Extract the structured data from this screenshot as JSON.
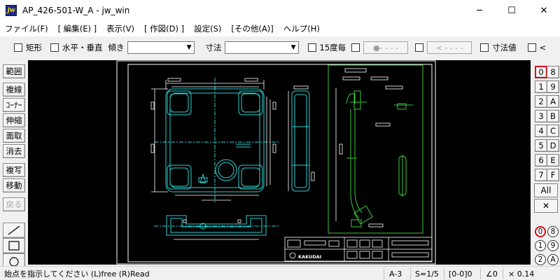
{
  "window": {
    "app_icon_text": "jw",
    "title": "AP_426-501-W_A - jw_win",
    "minimize": "─",
    "maximize": "☐",
    "close": "✕"
  },
  "menu": [
    "ファイル(F)",
    "[ 編集(E) ]",
    "表示(V)",
    "[ 作図(D) ]",
    "設定(S)",
    "[その他(A)]",
    "ヘルプ(H)"
  ],
  "toolbar": {
    "rect": "矩形",
    "hv": "水平・垂直",
    "slope_label": "傾き",
    "slope_value": "",
    "dim_label": "寸法",
    "dim_value": "",
    "deg15": "15度毎",
    "line_type": "●- - - -",
    "arrow_type": "< - - - -",
    "dim_value_label": "寸法値",
    "lt": "<"
  },
  "left_tools": {
    "range": "範囲",
    "double_line": "複線",
    "corner": "ｺｰﾅｰ",
    "stretch": "伸縮",
    "chamfer": "面取",
    "erase": "消去",
    "copy": "複写",
    "move": "移動",
    "undo": "戻る"
  },
  "layer_groups": [
    "0",
    "1",
    "2",
    "3",
    "4",
    "5",
    "6",
    "7",
    "8",
    "9",
    "A",
    "B",
    "C",
    "D",
    "E",
    "F"
  ],
  "layer_all": "All",
  "layer_x": "✕",
  "layers": [
    "0",
    "8",
    "1",
    "9",
    "2",
    "A"
  ],
  "title_block": {
    "company": "KAKUDAI"
  },
  "status": {
    "message": "始点を指示してください (L)free (R)Read",
    "paper": "A-3",
    "scale": "S=1/5",
    "layer": "[0-0]0",
    "angle": "∠0",
    "multiplier": "× 0.14"
  },
  "colors": {
    "canvas": "#000000",
    "drawing_cyan": "#28d2d2",
    "drawing_green": "#3cc83c",
    "frame_white": "#ffffff",
    "layer_active": "#d0101a"
  }
}
